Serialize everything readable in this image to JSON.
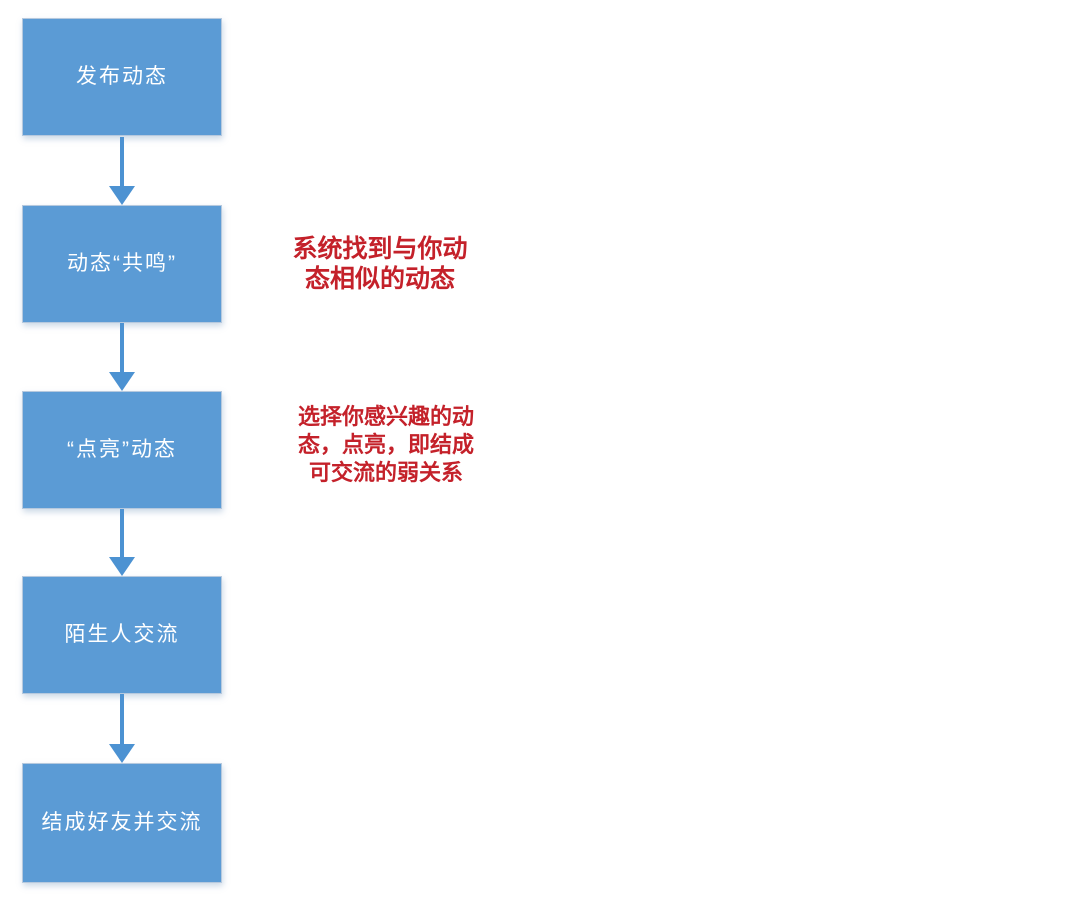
{
  "flowchart": {
    "nodes": [
      {
        "label": "发布动态"
      },
      {
        "label": "动态“共鸣”"
      },
      {
        "label": "“点亮”动态"
      },
      {
        "label": "陌生人交流"
      },
      {
        "label": "结成好友并交流"
      }
    ],
    "annotations": [
      {
        "lines": [
          "系统找到与你动",
          "态相似的动态"
        ]
      },
      {
        "lines": [
          "选择你感兴趣的动",
          "态，点亮，即结成",
          "可交流的弱关系"
        ]
      }
    ],
    "colors": {
      "node_fill": "#5B9BD5",
      "node_text": "#FFFFFF",
      "arrow": "#4C92D2",
      "annotation_text": "#C4212A",
      "background": "#FFFFFF"
    }
  }
}
